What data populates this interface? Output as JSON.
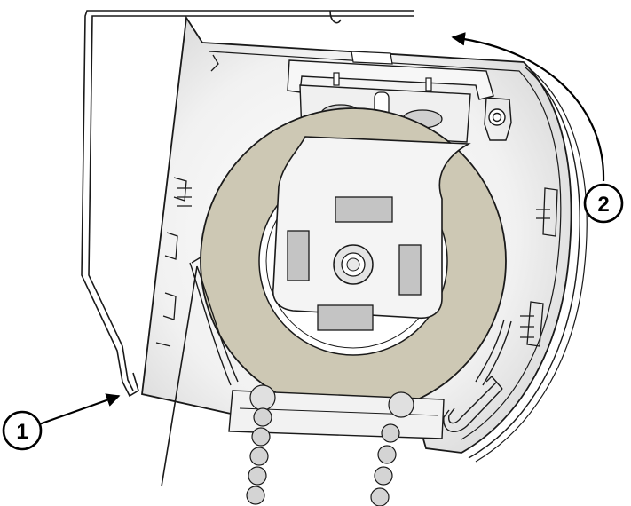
{
  "callouts": {
    "one": {
      "label": "1"
    },
    "two": {
      "label": "2"
    }
  },
  "colors": {
    "outline": "#1a1a1a",
    "spool_fill": "#cdc8b4",
    "housing_shade": "#e6e6e6",
    "bracket_fill": "#f4f4f4",
    "window_fill": "#c4c4c4",
    "bead_fill": "#d4d4d4"
  },
  "icons": {
    "arrow_one": "arrow-pointing-to-bracket-hook",
    "arrow_two": "curved-arrow-rotate-counterclockwise"
  }
}
